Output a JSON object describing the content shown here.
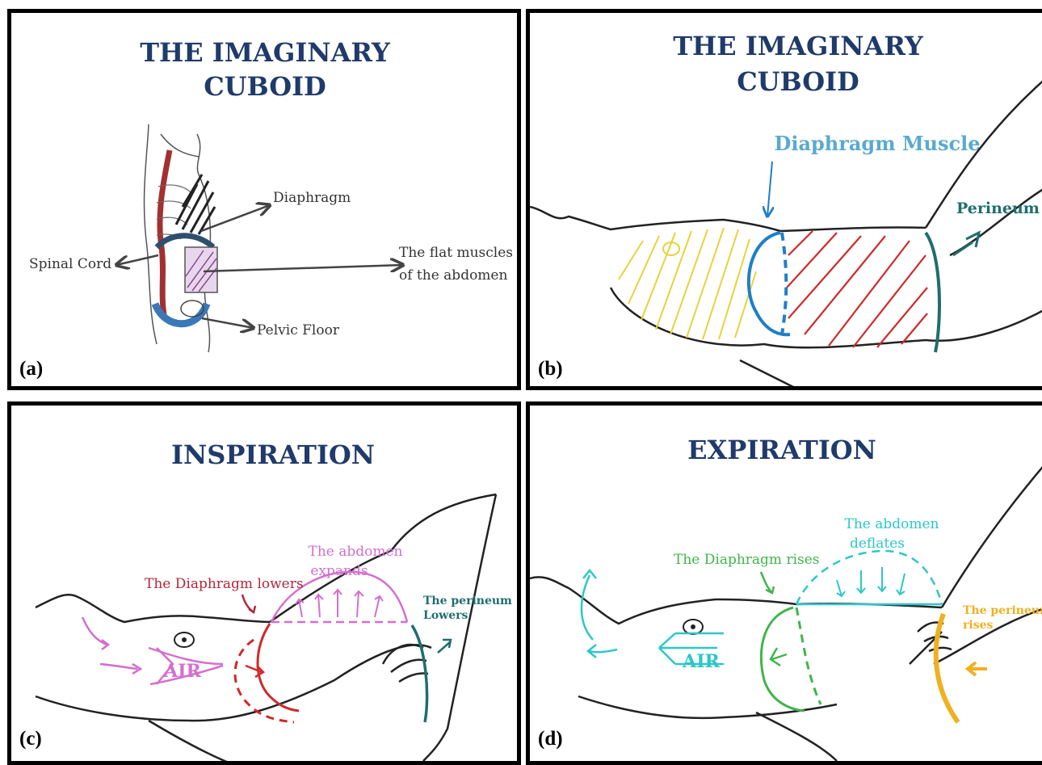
{
  "panel_a": {
    "title_line1": "THE IMAGINARY",
    "title_line2": "CUBOID",
    "label_diaphragm": "Diaphragm",
    "label_spinal_cord": "Spinal Cord",
    "label_flat_muscles_line1": "The flat muscles",
    "label_flat_muscles_line2": "of the abdomen",
    "label_pelvic_floor": "Pelvic Floor",
    "panel_label": "(a)"
  },
  "panel_b": {
    "title_line1": "THE IMAGINARY",
    "title_line2": "CUBOID",
    "label_diaphragm_muscle": "Diaphragm Muscle",
    "label_perineum": "Perineum",
    "panel_label": "(b)"
  },
  "panel_c": {
    "title": "INSPIRATION",
    "label_diaphragm_lowers": "The Diaphragm lowers",
    "label_abdomen_line1": "The abdomen",
    "label_abdomen_line2": "expands",
    "label_perineum_line1": "The perineum",
    "label_perineum_line2": "Lowers",
    "label_air": "AIR",
    "panel_label": "(c)"
  },
  "panel_d": {
    "title": "EXPIRATION",
    "label_abdomen_line1": "The abdomen",
    "label_abdomen_line2": "deflates",
    "label_diaphragm_rises": "The Diaphragm rises",
    "label_perineum_line1": "The perineum",
    "label_perineum_line2": "rises",
    "label_air": "AIR",
    "panel_label": "(d)"
  },
  "colors": {
    "title": "#1f3a6b",
    "diaphragm_blue": "#1e7fc8",
    "light_blue": "#5aa9cf",
    "teal": "#1f6e6e",
    "yellow": "#e9d23a",
    "red": "#cf2a2a",
    "dark_red": "#b3263a",
    "pink": "#d46fcf",
    "cyan": "#2cc7c7",
    "green": "#3fb54b",
    "orange": "#f0b020"
  }
}
